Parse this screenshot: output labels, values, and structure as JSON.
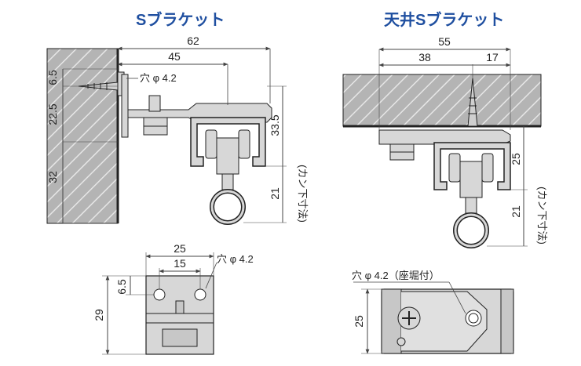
{
  "titles": {
    "s_bracket": "Sブラケット",
    "ceiling_s_bracket": "天井Sブラケット"
  },
  "s_bracket": {
    "dim_total_width": "62",
    "dim_to_hole": "45",
    "hole_label": "穴 φ 4.2",
    "dim_top": "6.5",
    "dim_mid": "22.5",
    "dim_bottom": "32",
    "dim_rail_height": "33.5",
    "dim_runner": "21",
    "below_rail_note": "(カン下寸法)"
  },
  "ceiling_bracket": {
    "dim_total_width": "55",
    "dim_left": "38",
    "dim_right": "17",
    "dim_height": "25",
    "dim_runner": "21",
    "below_rail_note": "(カン下寸法)"
  },
  "front_view": {
    "dim_width": "25",
    "dim_hole_pitch": "15",
    "hole_label": "穴 φ 4.2",
    "dim_hole_offset": "6.5",
    "dim_height": "29"
  },
  "ceiling_plate": {
    "hole_label": "穴 φ 4.2（座堀付）",
    "dim_height": "25"
  },
  "colors": {
    "title_blue": "#1f4fa0",
    "wall_fill": "#b4b4b4",
    "metal_fill": "#d7d7d7",
    "outline": "#222222",
    "dim_line": "#444444"
  }
}
